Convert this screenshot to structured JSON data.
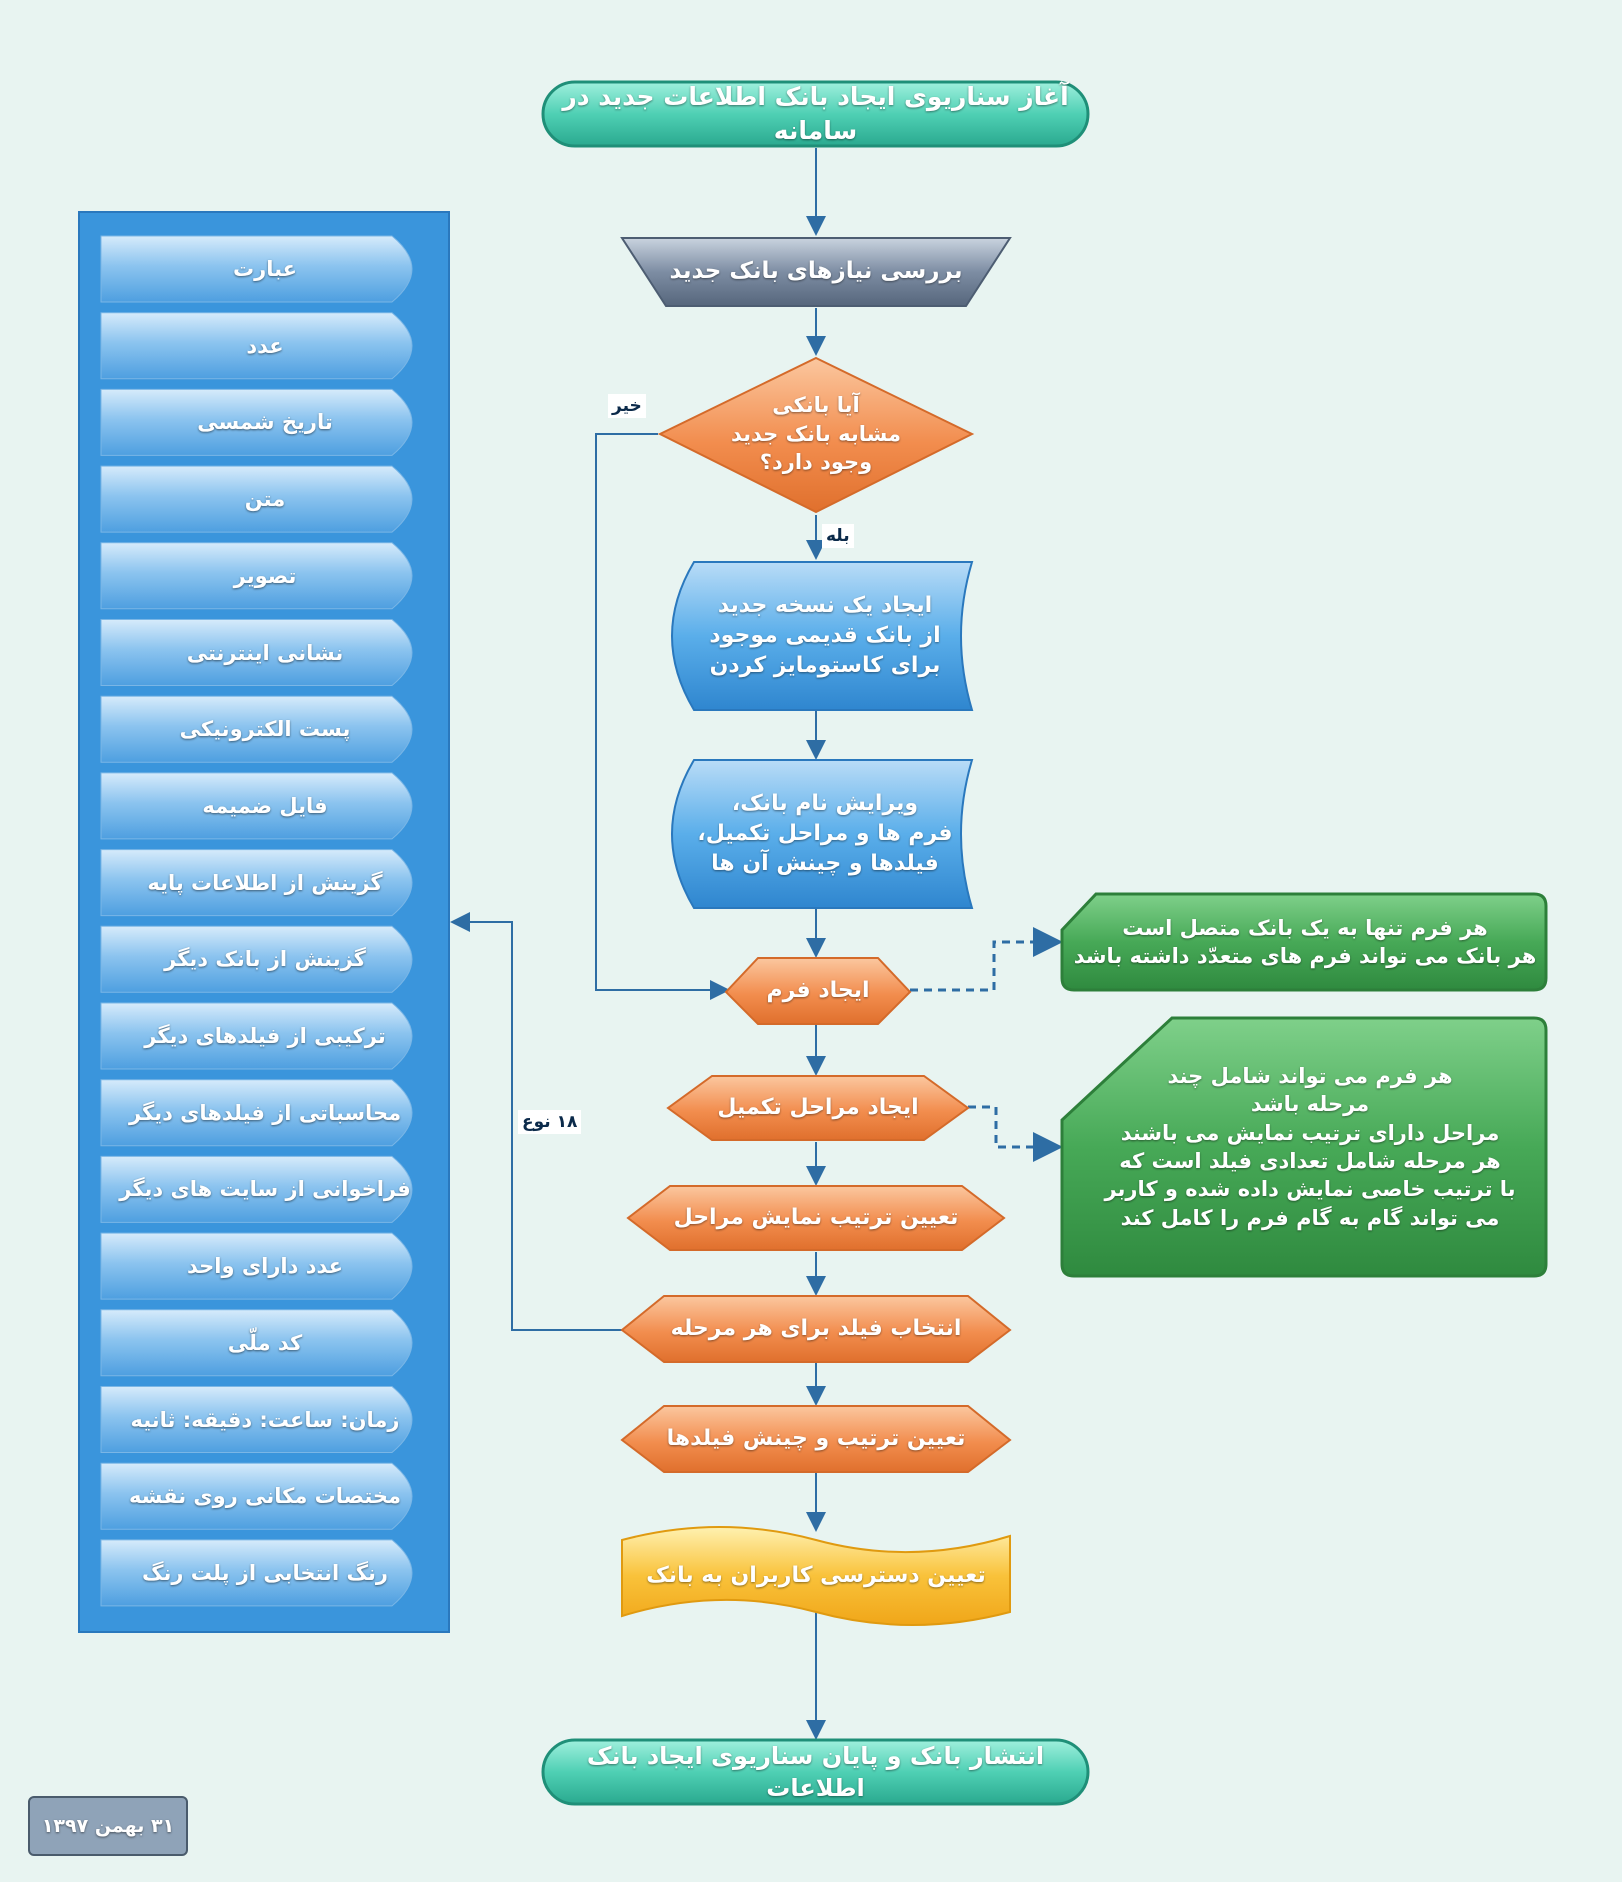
{
  "nodes": {
    "start": "آغاز سناریوی ایجاد بانک اطلاعات جدید در سامانه",
    "review_needs": "بررسی نیازهای بانک جدید",
    "decision": [
      "آیا بانکی",
      "مشابه بانک جدید",
      "وجود دارد؟"
    ],
    "copy_bank": [
      "ایجاد یک نسخه جدید",
      "از بانک قدیمی موجود",
      "برای کاستومایز کردن"
    ],
    "edit_bank": [
      "ویرایش نام بانک،",
      "فرم ها و مراحل تکمیل،",
      "فیلدها و چینش آن ها"
    ],
    "create_form": "ایجاد فرم",
    "create_steps": "ایجاد مراحل تکمیل",
    "order_steps": "تعیین ترتیب نمایش مراحل",
    "select_fields": "انتخاب فیلد برای هر مرحله",
    "order_fields": "تعیین ترتیب و چینش فیلدها",
    "access": "تعیین دسترسی کاربران به بانک",
    "end": "انتشار بانک و پایان سناریوی ایجاد بانک اطلاعات"
  },
  "labels": {
    "no": "خیر",
    "yes": "بله",
    "field_types": "۱۸ نوع"
  },
  "notes": {
    "form_note": [
      "هر فرم تنها به یک بانک متصل است",
      "هر بانک می تواند فرم های متعدّد داشته باشد"
    ],
    "steps_note": [
      "هر فرم می تواند شامل چند",
      "مرحله باشد",
      "مراحل دارای ترتیب نمایش می باشند",
      "هر مرحله شامل تعدادی فیلد است که",
      "با ترتیب خاصی نمایش داده شده و کاربر",
      "می تواند گام به گام فرم را کامل کند"
    ]
  },
  "field_types": [
    "عبارت",
    "عدد",
    "تاریخ شمسی",
    "متن",
    "تصویر",
    "نشانی اینترنتی",
    "پست الکترونیکی",
    "فایل ضمیمه",
    "گزینش از اطلاعات پایه",
    "گزینش از بانک دیگر",
    "ترکیبی از فیلدهای دیگر",
    "محاسباتی از فیلدهای دیگر",
    "فراخوانی از سایت های دیگر",
    "عدد دارای واحد",
    "کد ملّی",
    "زمان: ساعت: دقیقه: ثانیه",
    "مختصات مکانی روی نقشه",
    "رنگ انتخابی از پلت رنگ"
  ],
  "date": "۳۱ بهمن ۱۳۹۷",
  "colors": {
    "teal": "#4fd0b4",
    "orange": "#f08a4b",
    "blue": "#3d9be0",
    "green": "#3f9e4f",
    "yellow": "#f7b731",
    "slate": "#6f7f95",
    "line": "#2e6da4"
  }
}
